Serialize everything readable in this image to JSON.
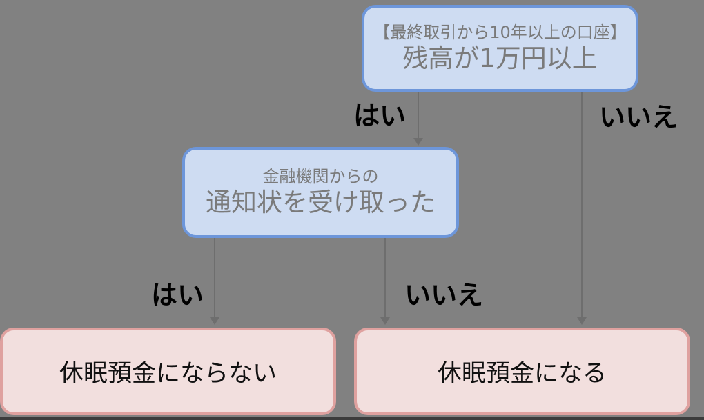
{
  "diagram": {
    "colors": {
      "background": "#818181",
      "question_fill": "#CEDCF2",
      "question_border": "#6D96DA",
      "question_text": "#7A7A7A",
      "outcome_fill": "#F2DFDE",
      "outcome_border": "#DFA19F",
      "outcome_text": "#111111",
      "arrow": "#6E6E6E",
      "edge_label": "#000000",
      "bottom_strip": "#3C3C3C"
    },
    "nodes": {
      "balance_question": {
        "subtitle": "【最終取引から10年以上の口座】",
        "title": "残高が1万円以上"
      },
      "notice_question": {
        "subtitle": "金融機関からの",
        "title": "通知状を受け取った"
      },
      "outcome_not_dormant": {
        "label": "休眠預金にならない"
      },
      "outcome_dormant": {
        "label": "休眠預金になる"
      }
    },
    "edge_labels": {
      "balance_yes": "はい",
      "balance_no": "いいえ",
      "notice_yes": "はい",
      "notice_no": "いいえ"
    }
  }
}
